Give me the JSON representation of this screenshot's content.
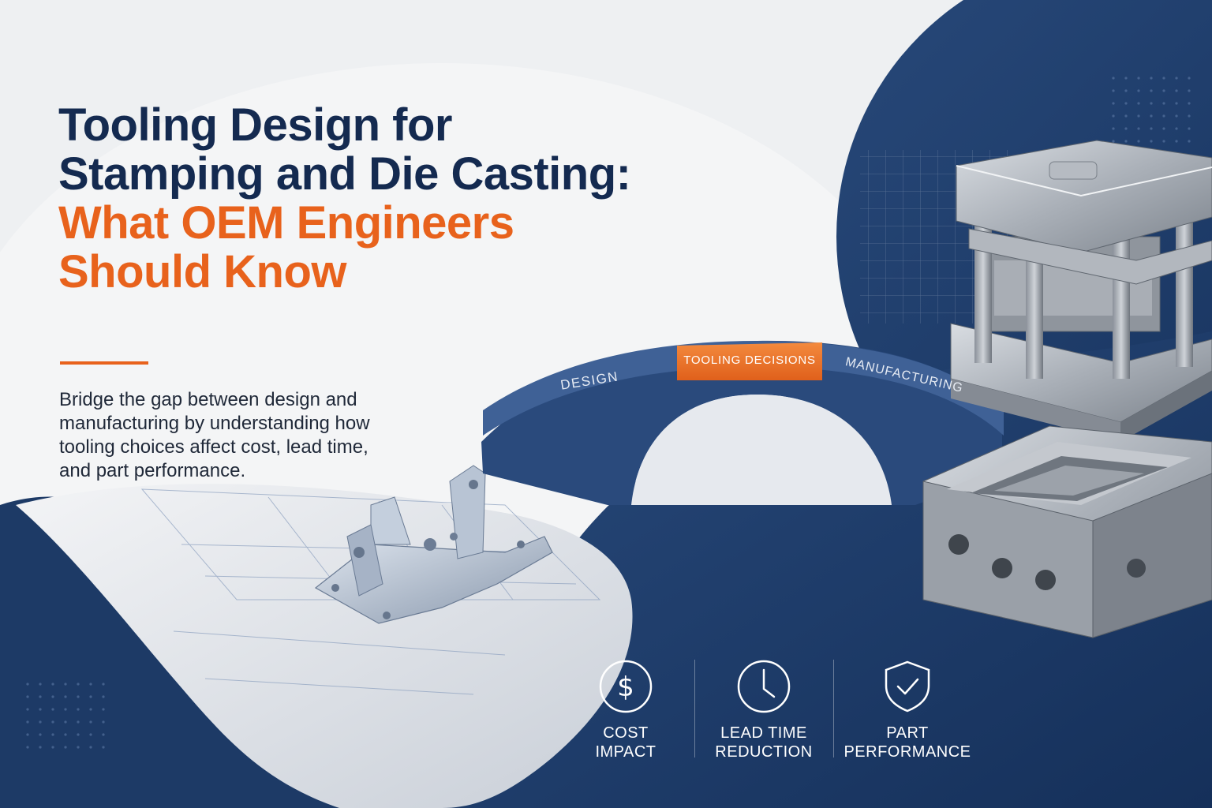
{
  "headline": {
    "line1": "Tooling Design for",
    "line2": "Stamping and Die Casting:",
    "line3": "What OEM Engineers",
    "line4": "Should Know"
  },
  "subtitle": {
    "line1": "Bridge the gap between design and",
    "line2": "manufacturing by understanding how",
    "line3": "tooling choices affect cost, lead time,",
    "line4": "and part performance."
  },
  "bridge": {
    "left": "DESIGN",
    "center": "TOOLING DECISIONS",
    "right": "MANUFACTURING"
  },
  "benefits": [
    {
      "icon": "dollar-icon",
      "line1": "COST",
      "line2": "IMPACT"
    },
    {
      "icon": "clock-icon",
      "line1": "LEAD TIME",
      "line2": "REDUCTION"
    },
    {
      "icon": "shield-check-icon",
      "line1": "PART",
      "line2": "PERFORMANCE"
    }
  ],
  "colors": {
    "navy": "#1c3a66",
    "accent": "#e8621c",
    "title": "#142a50"
  }
}
